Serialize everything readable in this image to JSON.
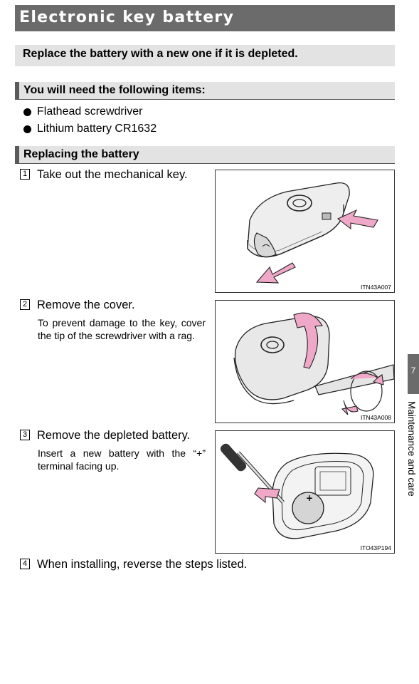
{
  "page": {
    "title": "Electronic key battery",
    "intro": "Replace the battery with a new one if it is depleted."
  },
  "items_section": {
    "heading": "You will need the following items:",
    "items": [
      "Flathead screwdriver",
      "Lithium battery CR1632"
    ]
  },
  "replace_section": {
    "heading": "Replacing the battery",
    "steps": [
      {
        "number": "1",
        "text": "Take out the mechanical key.",
        "note": "",
        "figure_code": "ITN43A007"
      },
      {
        "number": "2",
        "text": "Remove the cover.",
        "note": "To prevent damage to the key, cover the tip of the screwdriver with a rag.",
        "figure_code": "ITN43A008"
      },
      {
        "number": "3",
        "text": "Remove the depleted battery.",
        "note": "Insert a new battery with the “+” terminal facing up.",
        "figure_code": "ITO43P194"
      },
      {
        "number": "4",
        "text": "When installing, reverse the steps listed.",
        "note": "",
        "figure_code": ""
      }
    ]
  },
  "side_tab": {
    "chapter_number": "7",
    "chapter_label": "Maintenance and care"
  },
  "colors": {
    "header_gray": "#6b6b6b",
    "box_gray": "#e3e3e3",
    "arrow_pink": "#f0a8c8"
  },
  "icons": [
    "key-fob-icon",
    "screwdriver-icon",
    "coin-battery-icon",
    "arrow-icon"
  ]
}
